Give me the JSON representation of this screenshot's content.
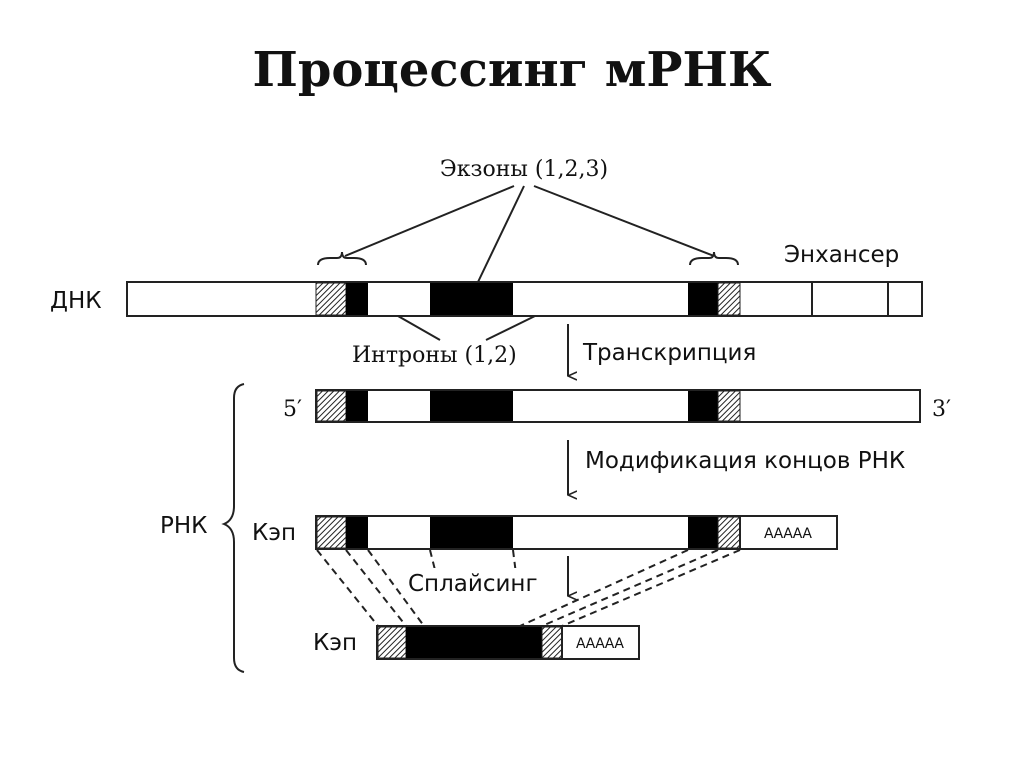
{
  "title": "Процессинг мРНК",
  "labels": {
    "exons": "Экзоны (1,2,3)",
    "enhancer": "Энхансер",
    "dna": "ДНК",
    "introns": "Интроны (1,2)",
    "transcription": "Транскрипция",
    "five_prime": "5′",
    "three_prime": "3′",
    "modification": "Модификация концов РНК",
    "rna": "РНК",
    "cap1": "Кэп",
    "cap2": "Кэп",
    "polya1": "ААААА",
    "polya2": "ААААА",
    "splicing": "Сплайсинг"
  }
}
